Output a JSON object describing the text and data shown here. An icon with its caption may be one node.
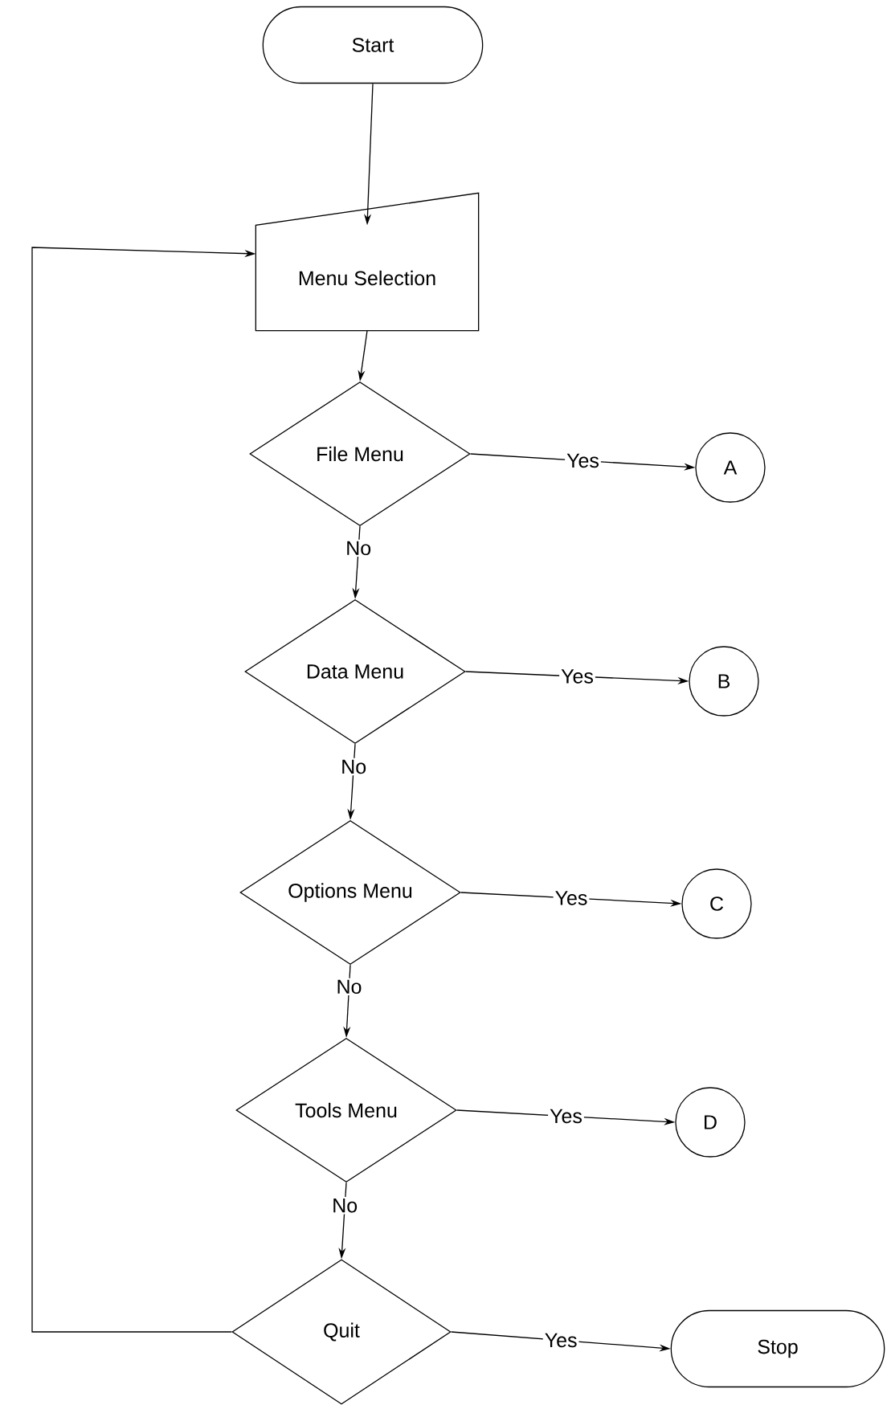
{
  "diagram": {
    "nodes": [
      {
        "text": [
          "Start"
        ]
      },
      {
        "text": [
          "Menu Selection"
        ]
      },
      {
        "text": [
          "File Menu"
        ]
      },
      {
        "text": [
          "A"
        ]
      },
      {
        "text": [
          "Data Menu"
        ]
      },
      {
        "text": [
          "B"
        ]
      },
      {
        "text": [
          "Options Menu"
        ]
      },
      {
        "text": [
          "C"
        ]
      },
      {
        "text": [
          "Tools Menu"
        ]
      },
      {
        "text": [
          "D"
        ]
      },
      {
        "text": [
          "Quit"
        ]
      },
      {
        "text": [
          "Stop"
        ]
      }
    ],
    "edges": [
      {
        "from": 0,
        "to": 1,
        "arrow": "to"
      },
      {
        "from": 1,
        "to": 2,
        "arrow": "to"
      },
      {
        "from": 2,
        "to": 3,
        "arrow": "to",
        "label": "Yes"
      },
      {
        "from": 2,
        "to": 4,
        "arrow": "to",
        "label": "No"
      },
      {
        "from": 4,
        "to": 5,
        "arrow": "to",
        "label": "Yes"
      },
      {
        "from": 4,
        "to": 6,
        "arrow": "to",
        "label": "No"
      },
      {
        "from": 6,
        "to": 7,
        "arrow": "to",
        "label": "Yes"
      },
      {
        "from": 6,
        "to": 8,
        "arrow": "to",
        "label": "No"
      },
      {
        "from": 8,
        "to": 9,
        "arrow": "to",
        "label": "Yes"
      },
      {
        "from": 8,
        "to": 10,
        "arrow": "to",
        "label": "No"
      },
      {
        "from": 10,
        "to": 11,
        "arrow": "to",
        "label": "Yes"
      },
      {
        "from": 10,
        "to": 1,
        "arrow": "to"
      }
    ]
  }
}
